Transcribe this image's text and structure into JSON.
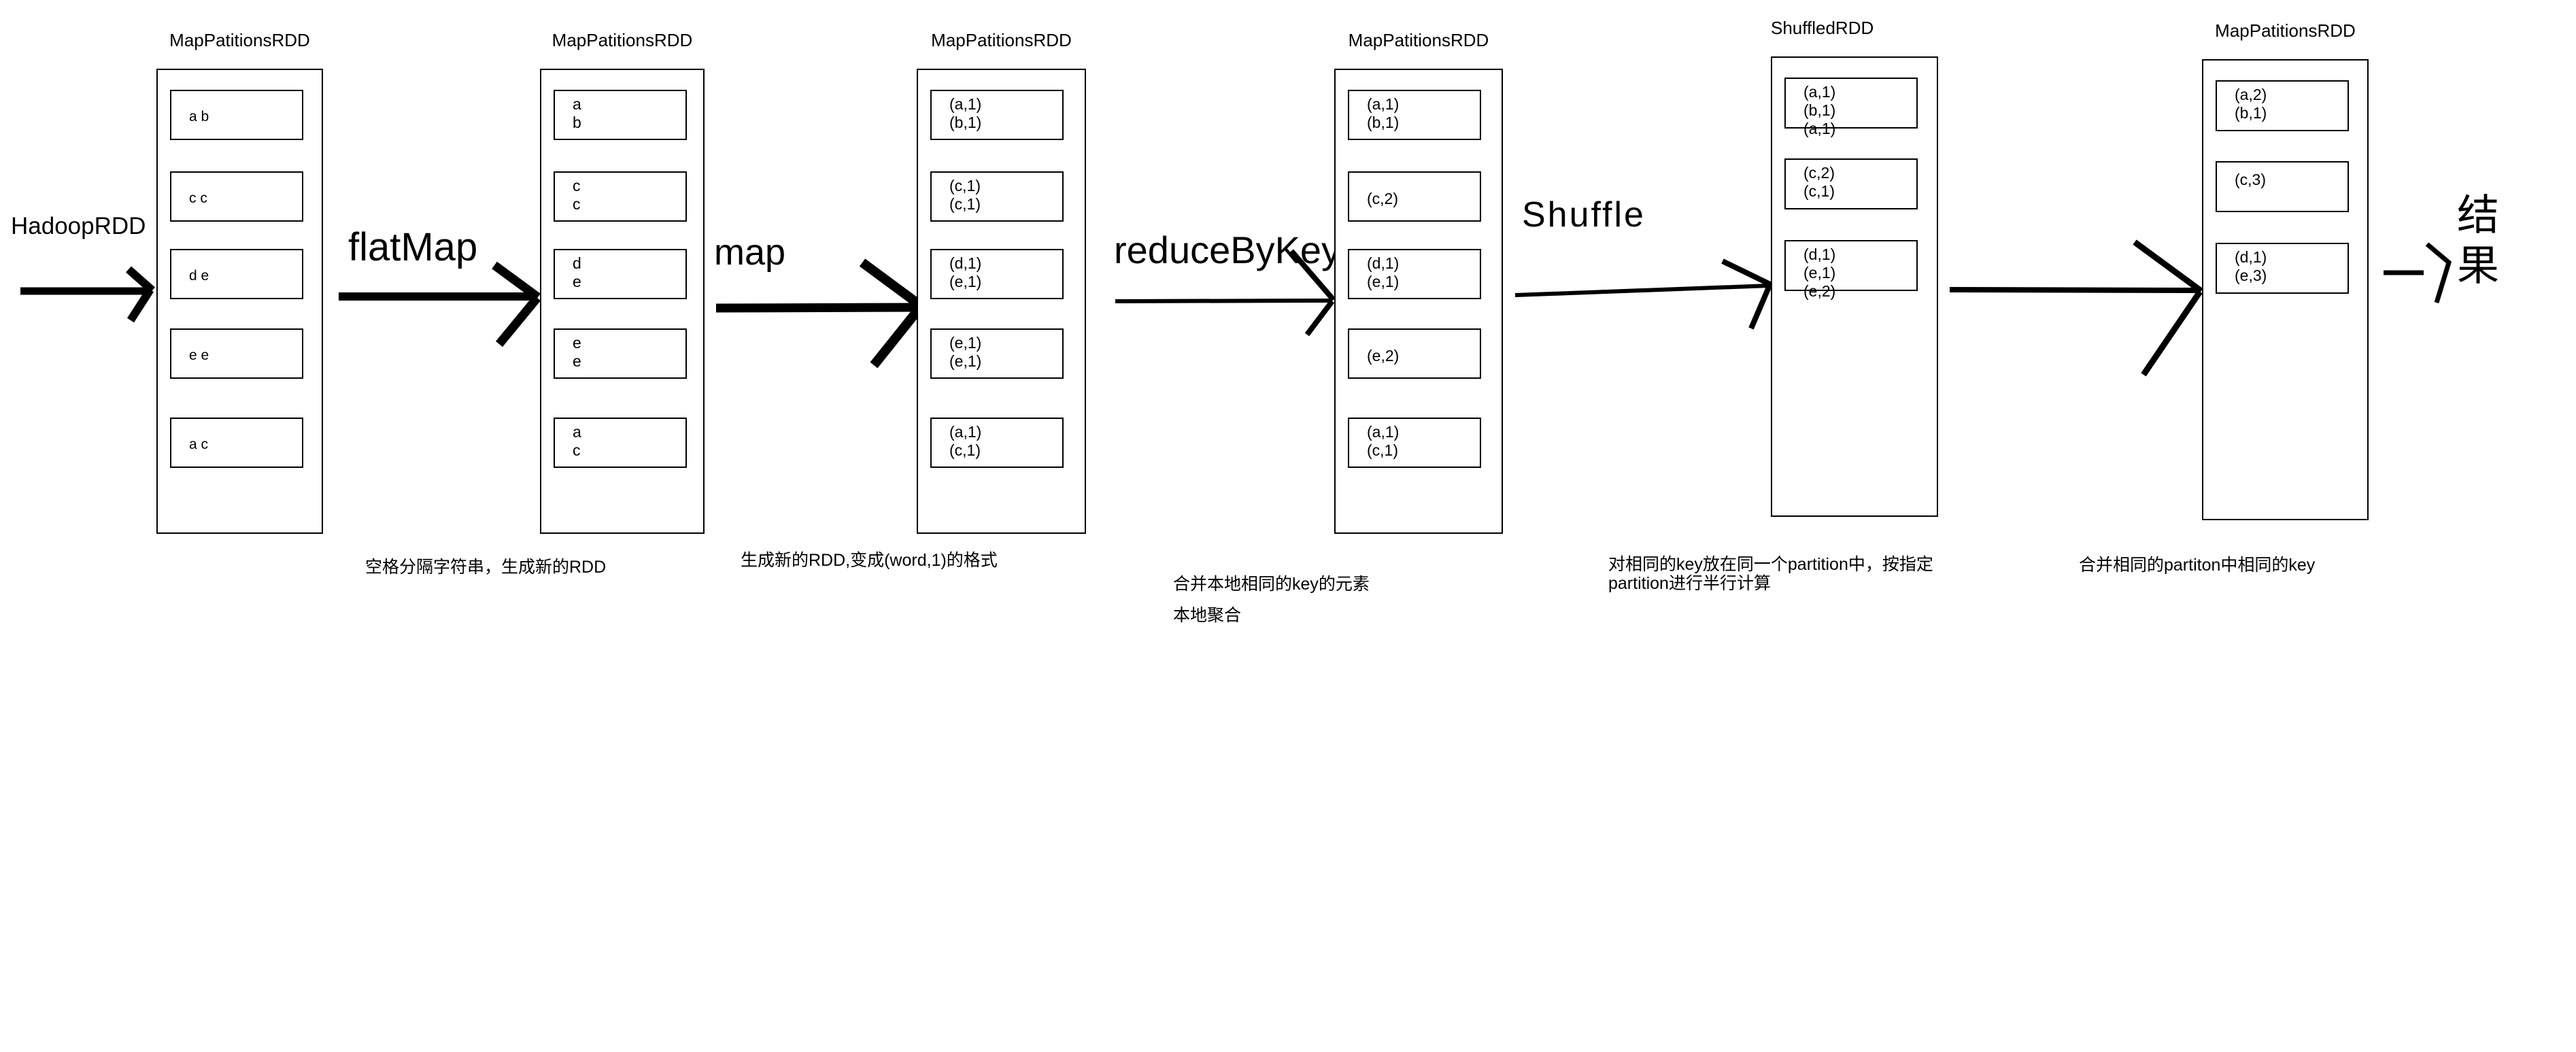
{
  "source": {
    "label": "HadoopRDD"
  },
  "result": {
    "label": "结果"
  },
  "transforms": {
    "flatmap": "flatMap",
    "map": "map",
    "reducebykey": "reduceByKey",
    "shuffle": "Shuffle"
  },
  "columns": [
    {
      "label": "MapPatitionsRDD",
      "boxes": [
        "a b",
        "c c",
        "d e",
        "e e",
        "a c"
      ]
    },
    {
      "label": "MapPatitionsRDD",
      "boxes": [
        "a\nb",
        "c\nc",
        "d\ne",
        "e\ne",
        "a\nc"
      ]
    },
    {
      "label": "MapPatitionsRDD",
      "boxes": [
        "(a,1)\n(b,1)",
        "(c,1)\n(c,1)",
        "(d,1)\n(e,1)",
        "(e,1)\n(e,1)",
        "(a,1)\n(c,1)"
      ]
    },
    {
      "label": "MapPatitionsRDD",
      "boxes": [
        "(a,1)\n(b,1)",
        "(c,2)",
        "(d,1)\n(e,1)",
        "(e,2)",
        "(a,1)\n(c,1)"
      ]
    },
    {
      "label": "ShuffledRDD",
      "boxes": [
        "(a,1)\n(b,1)\n(a,1)",
        "(c,2)\n(c,1)",
        "(d,1)\n(e,1)\n(e,2)"
      ]
    },
    {
      "label": "MapPatitionsRDD",
      "boxes": [
        "(a,2)\n(b,1)",
        "(c,3)",
        "(d,1)\n(e,3)"
      ]
    }
  ],
  "captions": [
    "空格分隔字符串，生成新的RDD",
    "生成新的RDD,变成(word,1)的格式",
    "合并本地相同的key的元素\n本地聚合",
    "对相同的key放在同一个partition中，按指定\npartition进行半行计算",
    "合并相同的partiton中相同的key"
  ]
}
